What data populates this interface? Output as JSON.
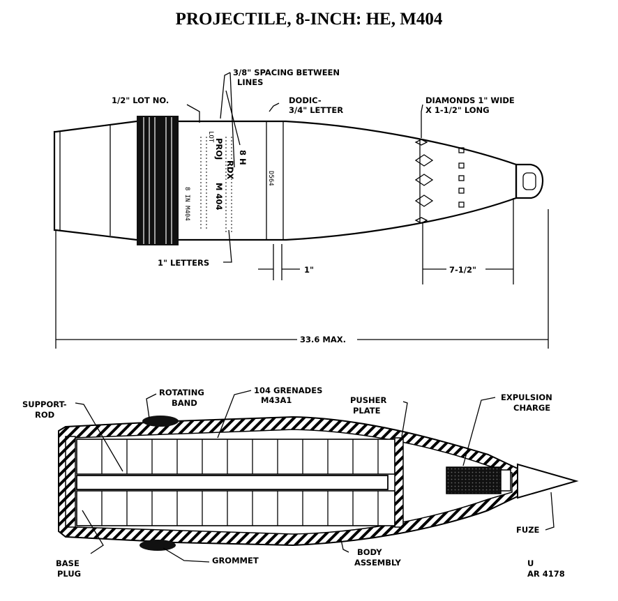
{
  "title": "PROJECTILE, 8-INCH: HE, M404",
  "top_view": {
    "labels": {
      "spacing": "3/8\" SPACING BETWEEN",
      "spacing_2": "LINES",
      "lot": "1/2\" LOT NO.",
      "dodic": "DODIC-",
      "dodic_2": "3/4\" LETTER",
      "diamonds": "DIAMONDS 1\" WIDE",
      "diamonds_2": "X 1-1/2\" LONG",
      "letters": "1\" LETTERS",
      "dim_1in": "1\"",
      "dim_7half": "7-1/2\"",
      "overall": "33.6 MAX."
    },
    "body_markings": {
      "lot": "LOT",
      "proj": "PROJ",
      "rdx": "RDX",
      "bh": "8 H",
      "m404": "M 404",
      "dodic_code": "D564",
      "side_code": "8 IN M404"
    }
  },
  "section_view": {
    "labels": {
      "support_rod": "SUPPORT-",
      "support_rod_2": "ROD",
      "rotating_band": "ROTATING",
      "rotating_band_2": "BAND",
      "grenades": "104 GRENADES",
      "grenades_2": "M43A1",
      "pusher_plate": "PUSHER",
      "pusher_plate_2": "PLATE",
      "expulsion": "EXPULSION",
      "expulsion_2": "CHARGE",
      "base_plug": "BASE",
      "base_plug_2": "PLUG",
      "grommet": "GROMMET",
      "body_assembly": "BODY",
      "body_assembly_2": "ASSEMBLY",
      "fuze": "FUZE",
      "ref_1": "U",
      "ref_2": "AR 4178"
    }
  }
}
